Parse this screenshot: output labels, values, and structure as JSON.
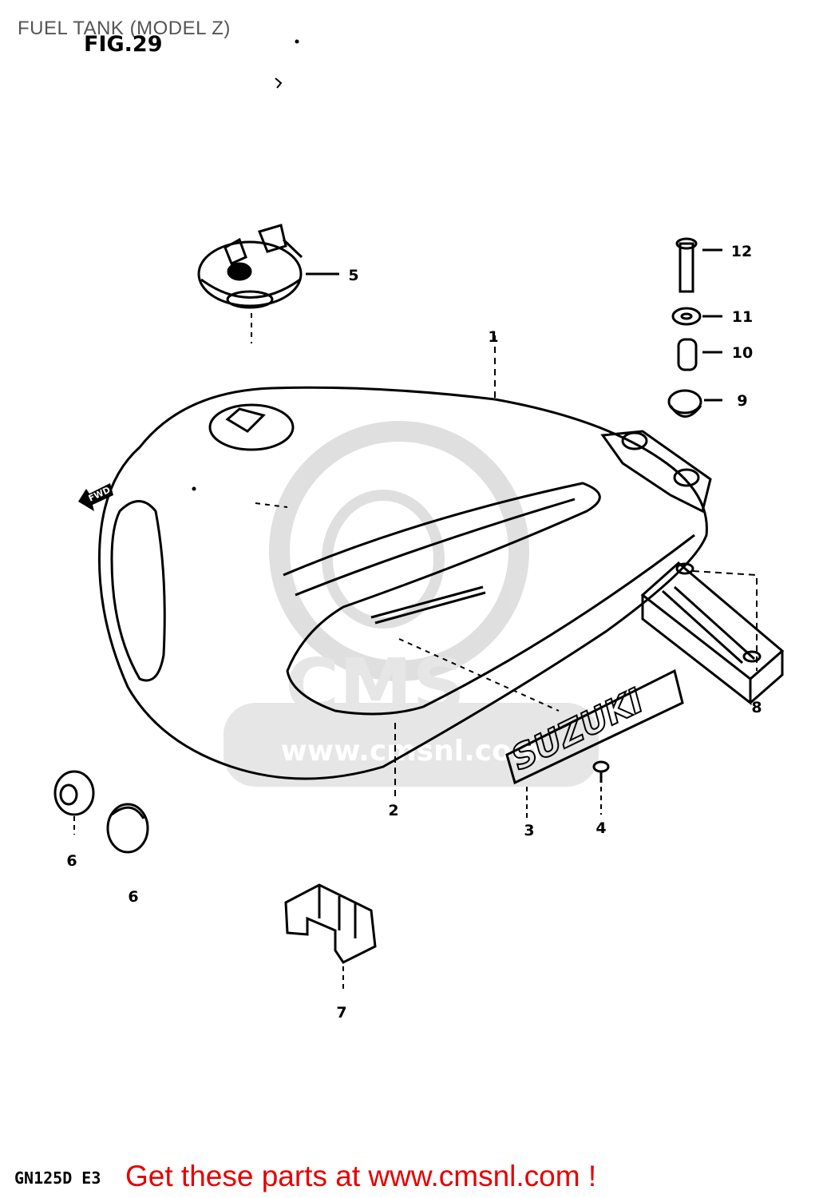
{
  "header": {
    "title": "FUEL TANK (MODEL Z)",
    "figure": "FIG.29"
  },
  "callouts": [
    "1",
    "2",
    "3",
    "4",
    "5",
    "6",
    "6",
    "7",
    "8",
    "9",
    "10",
    "11",
    "12"
  ],
  "emblem_text": "SUZUKI",
  "watermark": {
    "logo": "CMS",
    "url": "www.cmsnl.com"
  },
  "direction_marker": "FWD",
  "footer": {
    "model_code": "GN125D E3",
    "promo": "Get these parts at www.cmsnl.com !",
    "promo_color": "#e60000"
  }
}
